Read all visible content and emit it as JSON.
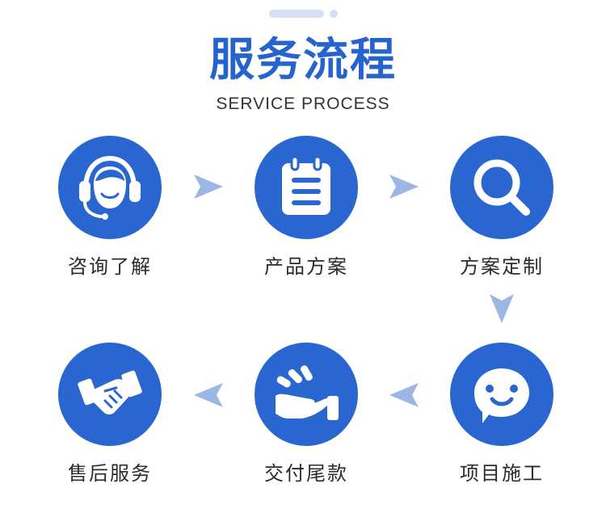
{
  "header": {
    "title": "服务流程",
    "subtitle": "SERVICE PROCESS"
  },
  "colors": {
    "accent": "#2a66cf",
    "arrow": "#9cb6e6",
    "pill": "#d3e0f5"
  },
  "steps": [
    {
      "label": "咨询了解",
      "icon": "headset-agent-icon"
    },
    {
      "label": "产品方案",
      "icon": "notepad-icon"
    },
    {
      "label": "方案定制",
      "icon": "magnifier-icon"
    },
    {
      "label": "项目施工",
      "icon": "smile-chat-icon"
    },
    {
      "label": "交付尾款",
      "icon": "hand-coins-icon"
    },
    {
      "label": "售后服务",
      "icon": "handshake-icon"
    }
  ]
}
